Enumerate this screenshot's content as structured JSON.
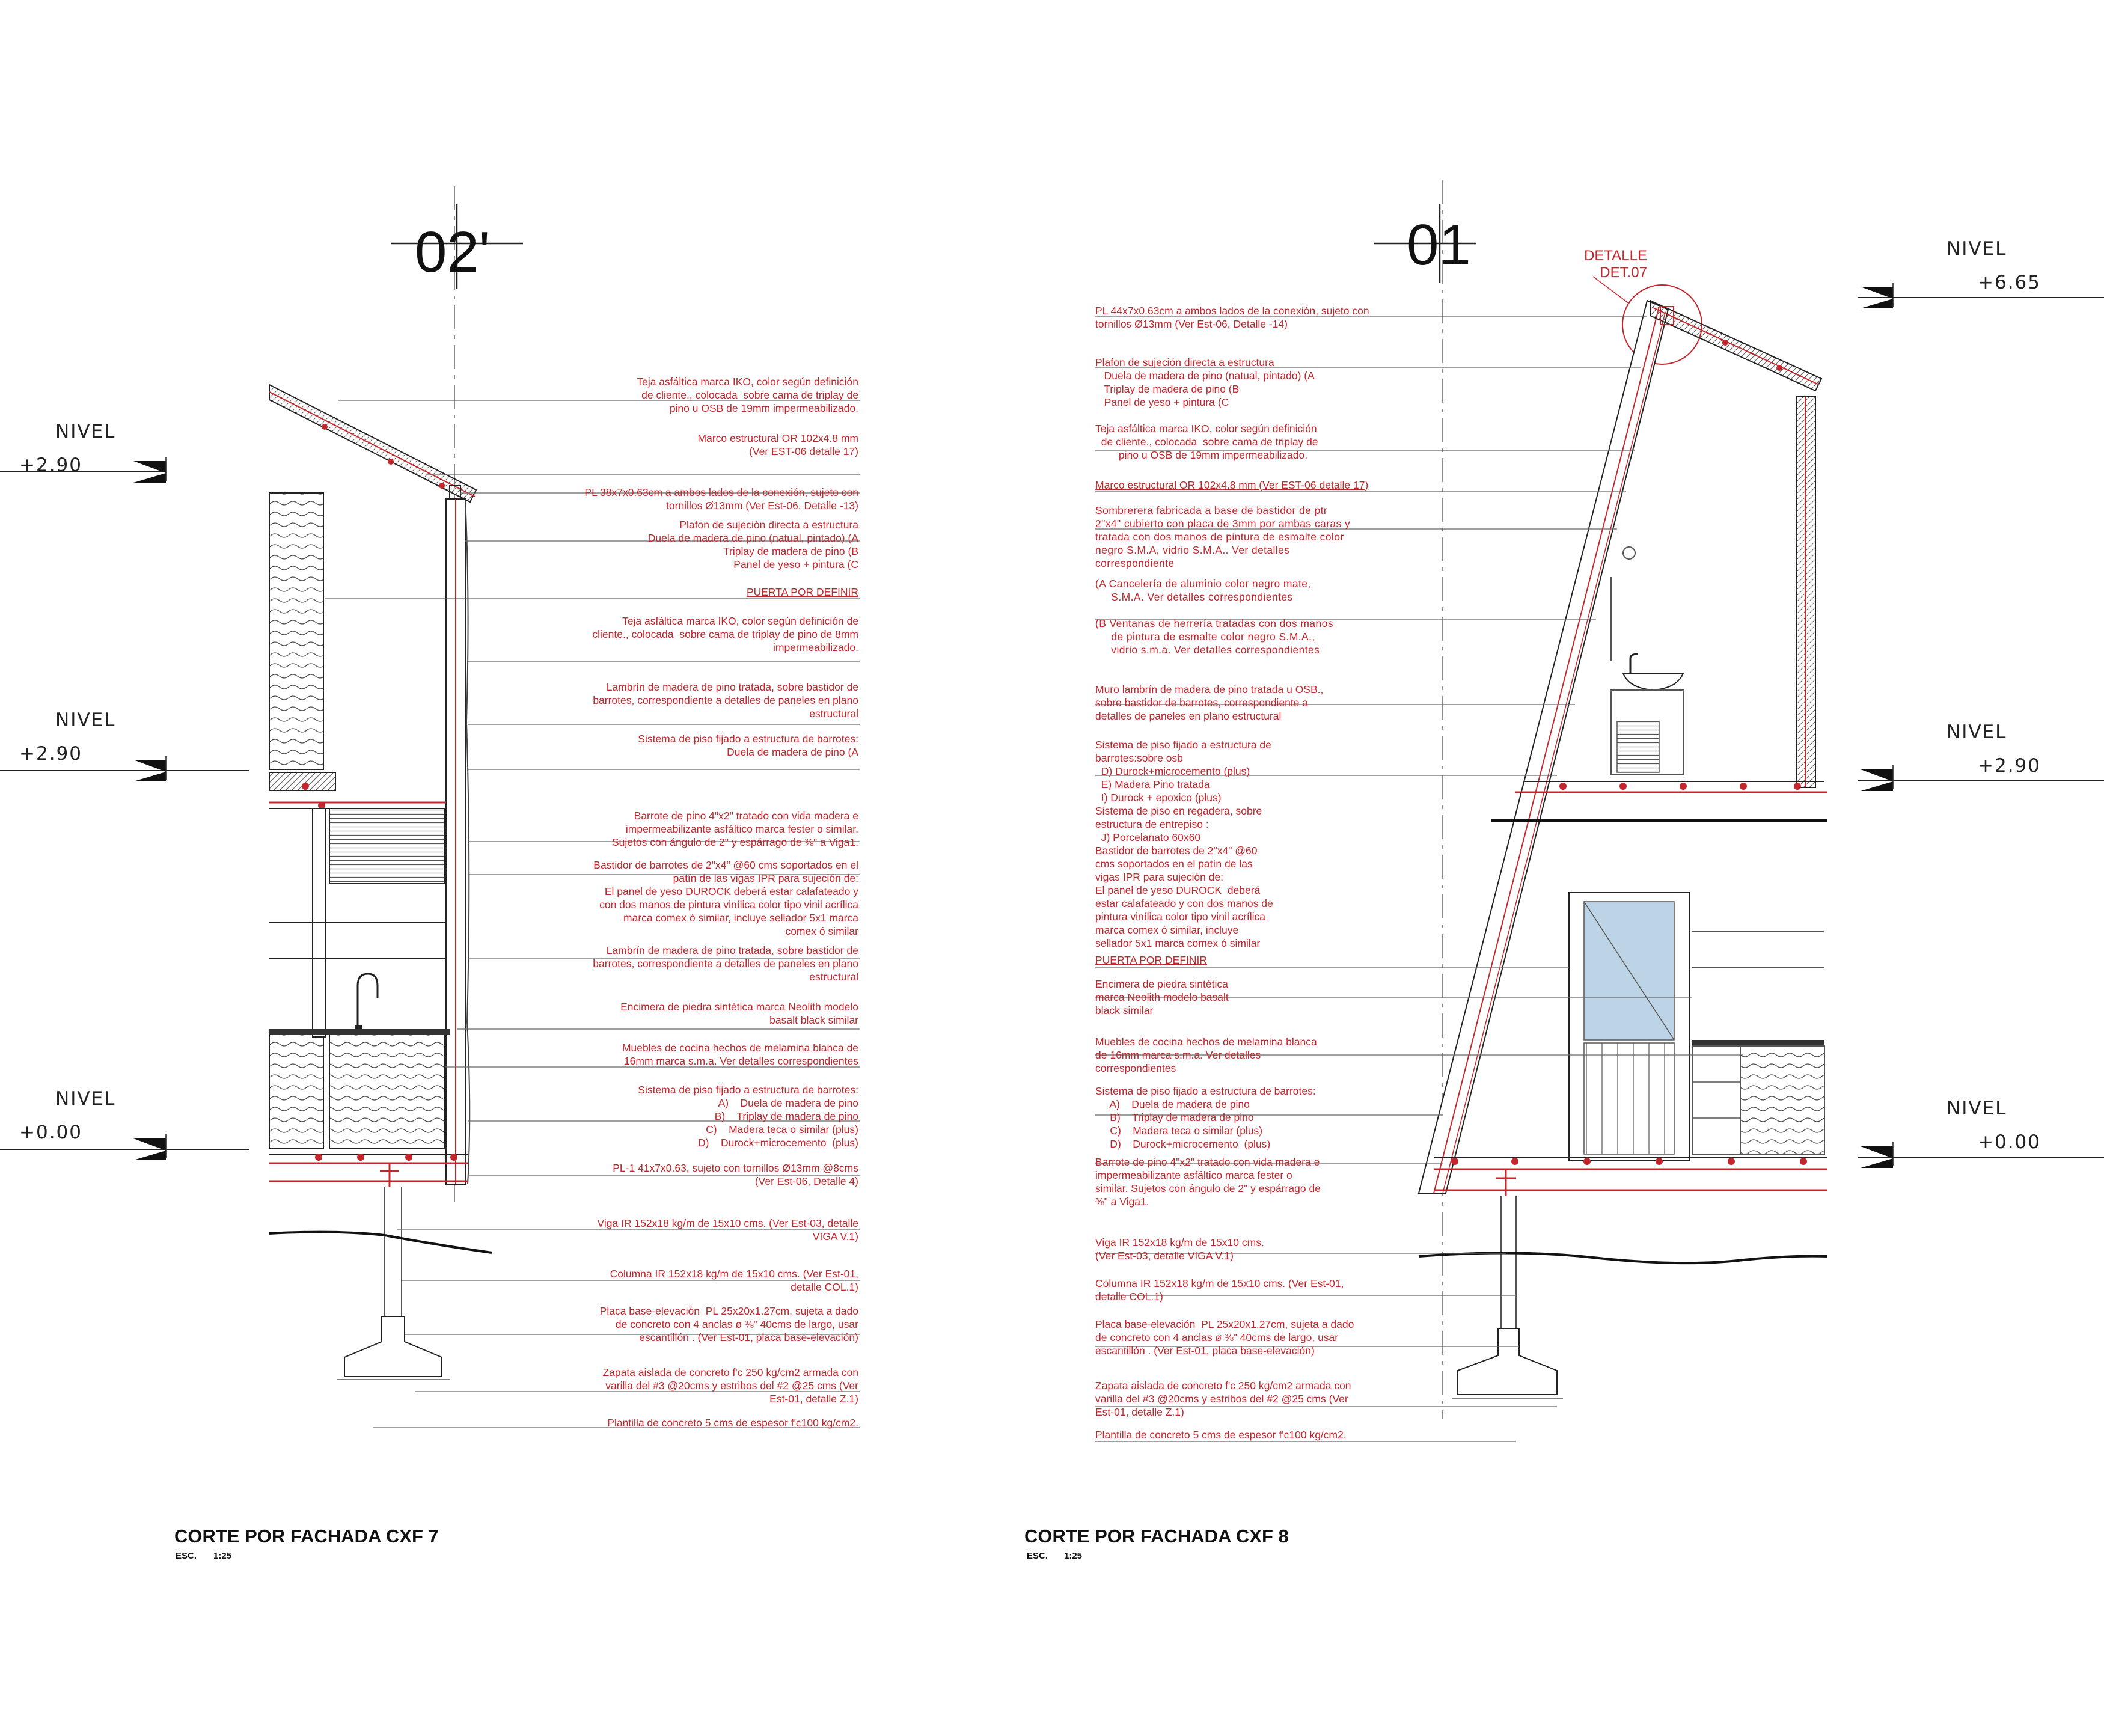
{
  "left": {
    "grid_id": "02'",
    "title": "CORTE POR FACHADA CXF 7",
    "scale_label": "ESC.",
    "scale_value": "1:25",
    "levels": [
      {
        "label": "NIVEL",
        "value": "+2.90"
      },
      {
        "label": "NIVEL",
        "value": "+2.90"
      },
      {
        "label": "NIVEL",
        "value": "+0.00"
      }
    ],
    "notes": [
      "Teja asfáltica marca IKO, color según definición\nde cliente., colocada  sobre cama de triplay de\npino u OSB de 19mm impermeabilizado.",
      "Marco estructural OR 102x4.8 mm\n(Ver EST-06 detalle 17)",
      "PL 38x7x0.63cm a ambos lados de la conexión, sujeto con\ntornillos Ø13mm (Ver Est-06, Detalle -13)",
      "Plafon de sujeción directa a estructura\nDuela de madera de pino (natual, pintado) (A\nTriplay de madera de pino (B\nPanel de yeso + pintura (C",
      "PUERTA POR DEFINIR",
      "Teja asfáltica marca IKO, color según definición de\ncliente., colocada  sobre cama de triplay de pino de 8mm\nimpermeabilizado.",
      "Lambrín de madera de pino tratada, sobre bastidor de\nbarrotes, correspondiente a detalles de paneles en plano\nestructural",
      "Sistema de piso fijado a estructura de barrotes:\nDuela de madera de pino (A",
      "Barrote de pino 4\"x2\" tratado con vida madera e\nimpermeabilizante asfáltico marca fester o similar.\nSujetos con ángulo de 2\" y espárrago de ⅜\" a Viga1.",
      "Bastidor de barrotes de 2\"x4\" @60 cms soportados en el\npatín de las vigas IPR para sujeción de:\nEl panel de yeso DUROCK deberá estar calafateado y\ncon dos manos de pintura vinílica color tipo vinil acrílica\nmarca comex ó similar, incluye sellador 5x1 marca\ncomex ó similar",
      "Lambrín de madera de pino tratada, sobre bastidor de\nbarrotes, correspondiente a detalles de paneles en plano\nestructural",
      "Encimera de piedra sintética marca Neolith modelo\nbasalt black similar",
      "Muebles de cocina hechos de melamina blanca de\n16mm marca s.m.a. Ver detalles correspondientes",
      "Sistema de piso fijado a estructura de barrotes:\nA)    Duela de madera de pino\nB)    Triplay de madera de pino\nC)    Madera teca o similar (plus)\nD)    Durock+microcemento  (plus)",
      "PL-1 41x7x0.63, sujeto con tornillos Ø13mm @8cms\n(Ver Est-06, Detalle 4)",
      "Viga IR 152x18 kg/m de 15x10 cms. (Ver Est-03, detalle\nVIGA V.1)",
      "Columna IR 152x18 kg/m de 15x10 cms. (Ver Est-01,\ndetalle COL.1)",
      "Placa base-elevación  PL 25x20x1.27cm, sujeta a dado\nde concreto con 4 anclas ø ⅜\" 40cms de largo, usar\nescantillón . (Ver Est-01, placa base-elevación)",
      "Zapata aislada de concreto f'c 250 kg/cm2 armada con\nvarilla del #3 @20cms y estribos del #2 @25 cms (Ver\nEst-01, detalle Z.1)",
      "Plantilla de concreto 5 cms de espesor f'c100 kg/cm2."
    ]
  },
  "right": {
    "grid_id": "01",
    "title": "CORTE POR FACHADA CXF 8",
    "scale_label": "ESC.",
    "scale_value": "1:25",
    "detail_tag": "DETALLE\nDET.07",
    "levels": [
      {
        "label": "NIVEL",
        "value": "+6.65"
      },
      {
        "label": "NIVEL",
        "value": "+2.90"
      },
      {
        "label": "NIVEL",
        "value": "+0.00"
      }
    ],
    "notes": [
      "PL 44x7x0.63cm a ambos lados de la conexión, sujeto con\ntornillos Ø13mm (Ver Est-06, Detalle -14)",
      "Plafon de sujeción directa a estructura\n   Duela de madera de pino (natual, pintado) (A\n   Triplay de madera de pino (B\n   Panel de yeso + pintura (C",
      "Teja asfáltica marca IKO, color según definición\n  de cliente., colocada  sobre cama de triplay de\n        pino u OSB de 19mm impermeabilizado.",
      "Marco estructural OR 102x4.8 mm (Ver EST-06 detalle 17)",
      "Sombrerera fabricada a base de bastidor de ptr\n2\"x4\" cubierto con placa de 3mm por ambas caras y\ntratada con dos manos de pintura de esmalte color\nnegro S.M.A, vidrio S.M.A.. Ver detalles\ncorrespondiente",
      "(A Cancelería de aluminio color negro mate,\n     S.M.A. Ver detalles correspondientes",
      "(B Ventanas de herrería tratadas con dos manos\n     de pintura de esmalte color negro S.M.A.,\n     vidrio s.m.a. Ver detalles correspondientes",
      "Muro lambrín de madera de pino tratada u OSB.,\nsobre bastidor de barrotes, correspondiente a\ndetalles de paneles en plano estructural",
      "Sistema de piso fijado a estructura de\nbarrotes:sobre osb\n  D) Durock+microcemento (plus)\n  E) Madera Pino tratada\n  I) Durock + epoxico (plus)\nSistema de piso en regadera, sobre\nestructura de entrepiso :\n  J) Porcelanato 60x60\nBastidor de barrotes de 2\"x4\" @60\ncms soportados en el patín de las\nvigas IPR para sujeción de:\nEl panel de yeso DUROCK  deberá\nestar calafateado y con dos manos de\npintura vinílica color tipo vinil acrílica\nmarca comex ó similar, incluye\nsellador 5x1 marca comex ó similar",
      "PUERTA POR DEFINIR",
      "Encimera de piedra sintética\nmarca Neolith modelo basalt\nblack similar",
      "Muebles de cocina hechos de melamina blanca\nde 16mm marca s.m.a. Ver detalles\ncorrespondientes",
      "Sistema de piso fijado a estructura de barrotes:\n     A)    Duela de madera de pino\n     B)    Triplay de madera de pino\n     C)    Madera teca o similar (plus)\n     D)    Durock+microcemento  (plus)",
      "Barrote de pino 4\"x2\" tratado con vida madera e\nimpermeabilizante asfáltico marca fester o\nsimilar. Sujetos con ángulo de 2\" y espárrago de\n⅜\" a Viga1.",
      "Viga IR 152x18 kg/m de 15x10 cms.\n(Ver Est-03, detalle VIGA V.1)",
      "Columna IR 152x18 kg/m de 15x10 cms. (Ver Est-01,\ndetalle COL.1)",
      "Placa base-elevación  PL 25x20x1.27cm, sujeta a dado\nde concreto con 4 anclas ø ⅜\" 40cms de largo, usar\nescantillón . (Ver Est-01, placa base-elevación)",
      "Zapata aislada de concreto f'c 250 kg/cm2 armada con\nvarilla del #3 @20cms y estribos del #2 @25 cms (Ver\nEst-01, detalle Z.1)",
      "Plantilla de concreto 5 cms de espesor f'c100 kg/cm2."
    ]
  }
}
